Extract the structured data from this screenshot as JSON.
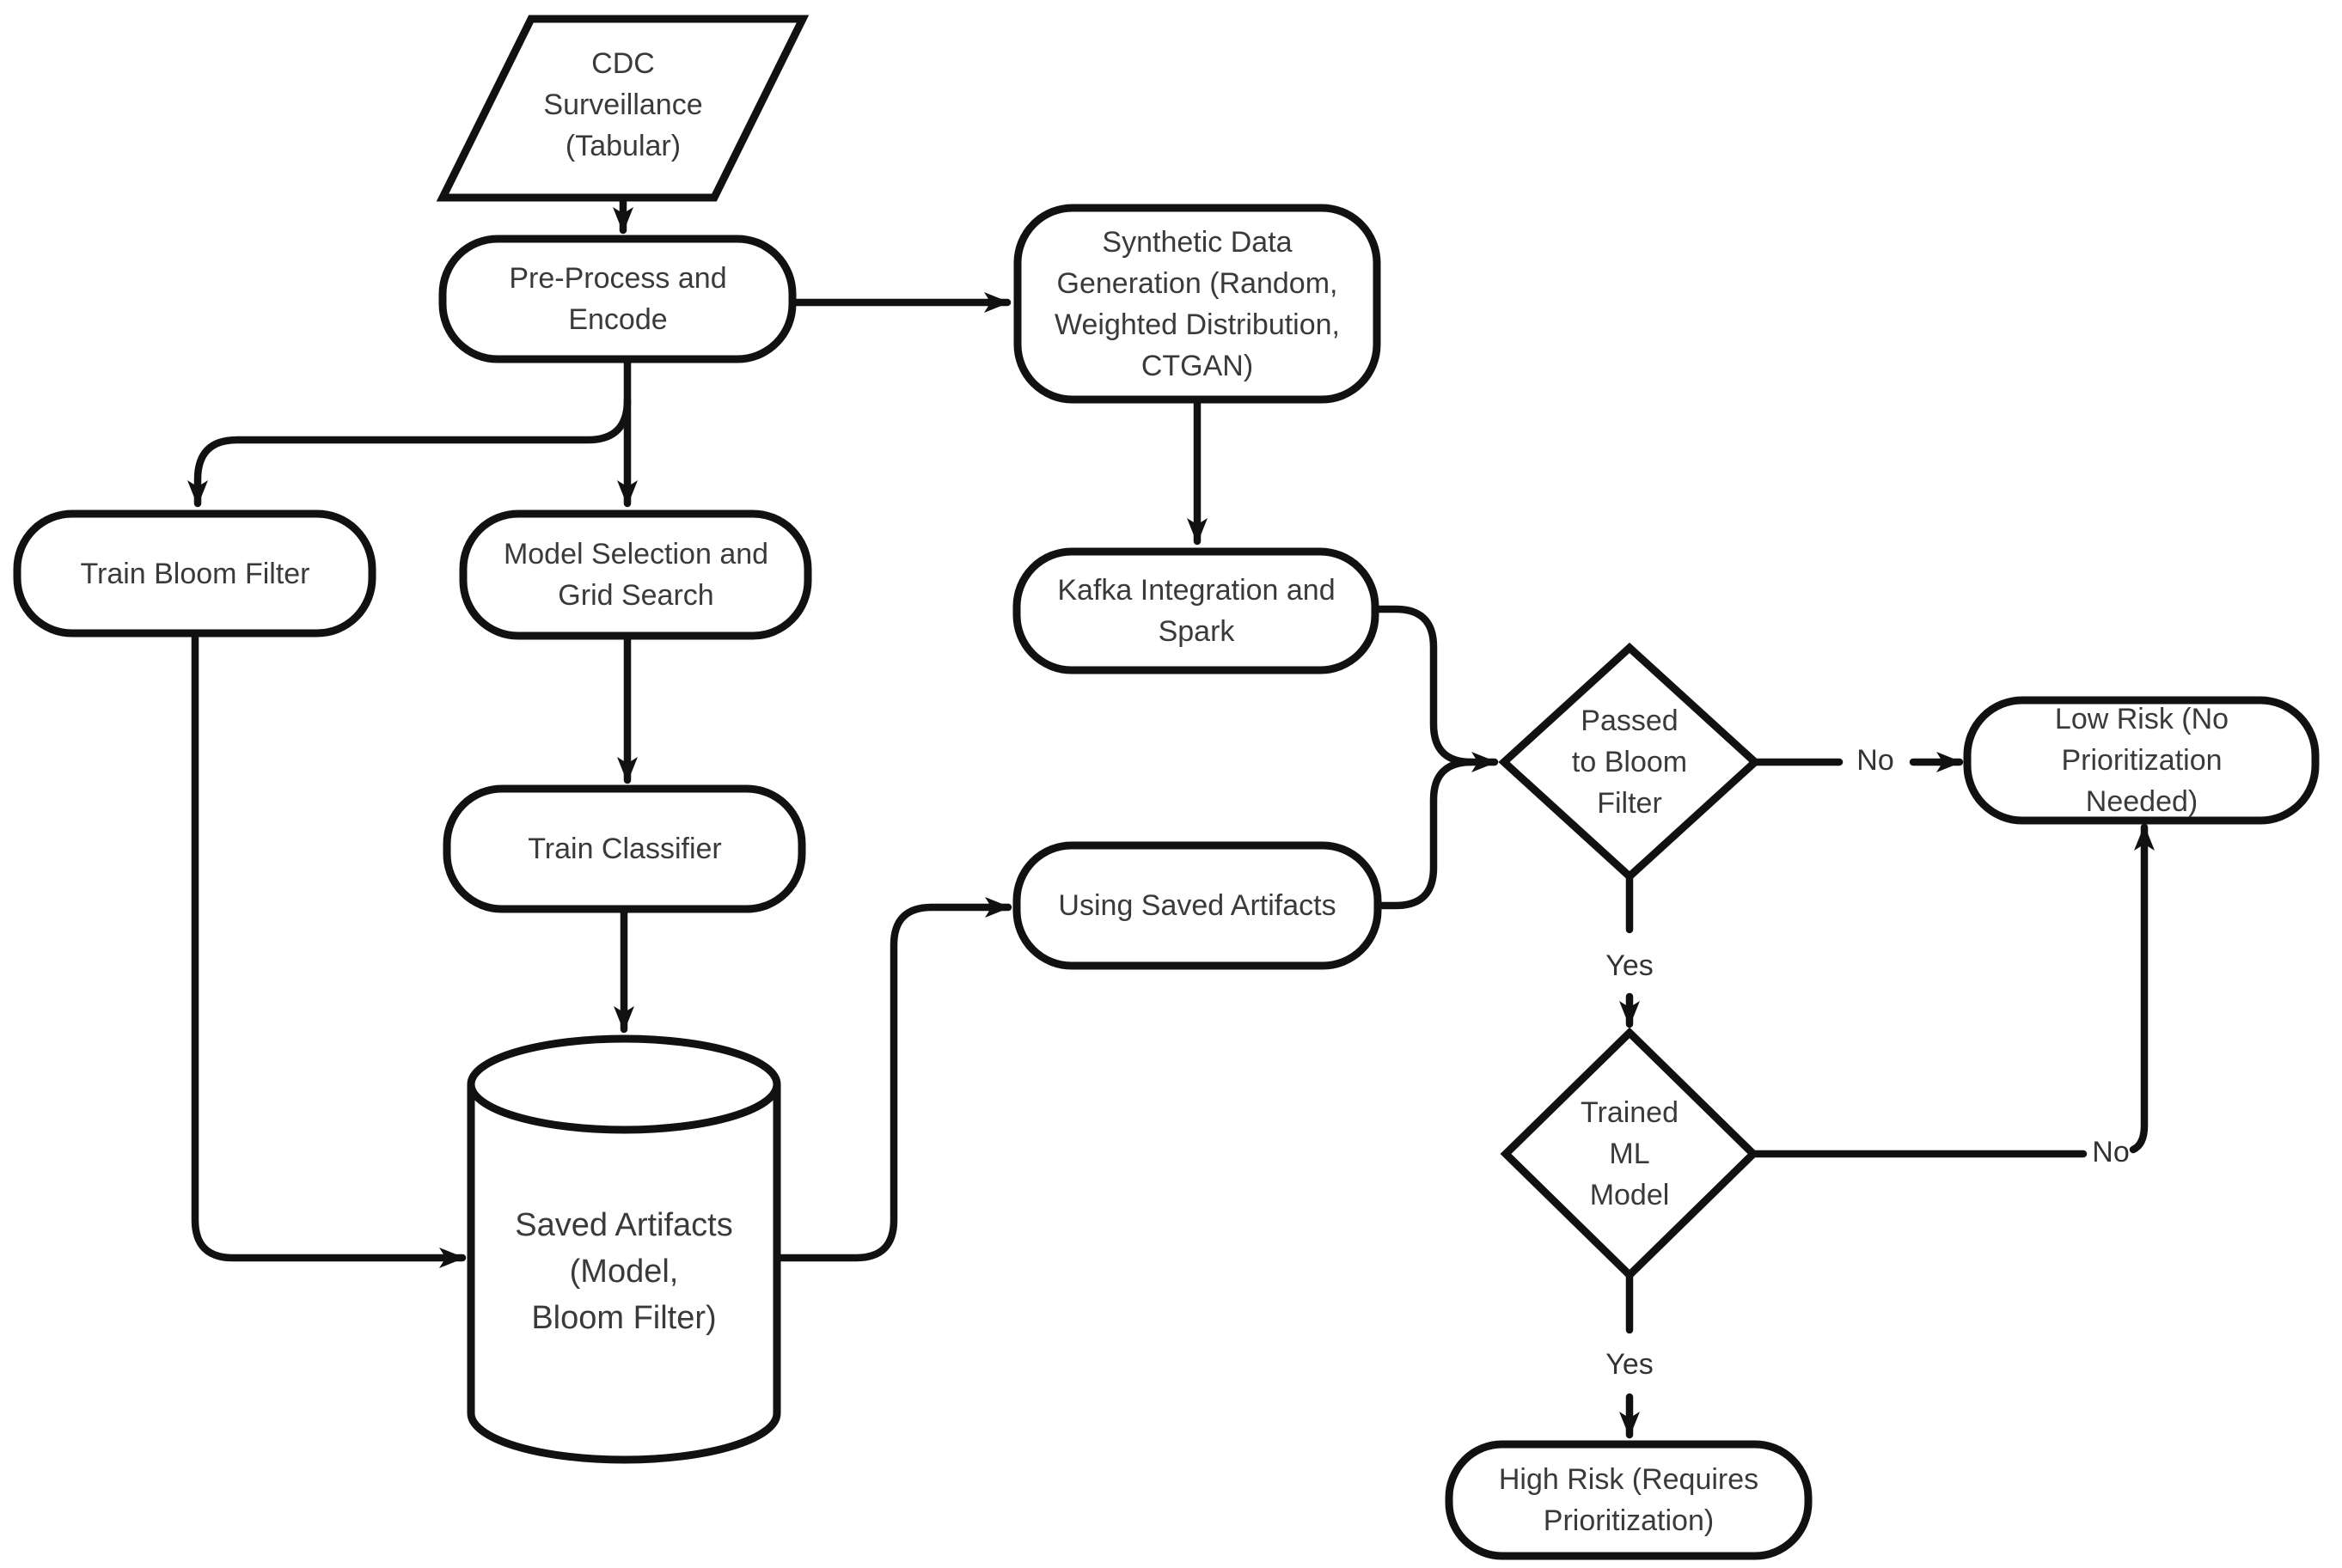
{
  "diagram_title": "ML risk prioritization pipeline flowchart",
  "colors": {
    "background": "#ffffff",
    "stroke": "#111111",
    "node_fill": "#ffffff",
    "text": "#3a3a3a"
  },
  "nodes": {
    "cdc": {
      "label": "CDC\nSurveillance\n(Tabular)",
      "shape": "parallelogram"
    },
    "preprocess": {
      "label": "Pre-Process and\nEncode",
      "shape": "rounded-rect"
    },
    "synthetic": {
      "label": "Synthetic Data\nGeneration (Random,\nWeighted Distribution,\nCTGAN)",
      "shape": "rounded-rect"
    },
    "train_bloom": {
      "label": "Train Bloom Filter",
      "shape": "rounded-rect"
    },
    "model_selection": {
      "label": "Model Selection and\nGrid Search",
      "shape": "rounded-rect"
    },
    "kafka": {
      "label": "Kafka Integration and\nSpark",
      "shape": "rounded-rect"
    },
    "train_classifier": {
      "label": "Train Classifier",
      "shape": "rounded-rect"
    },
    "using_artifacts": {
      "label": "Using Saved Artifacts",
      "shape": "rounded-rect"
    },
    "saved_artifacts": {
      "label": "Saved Artifacts\n(Model,\nBloom Filter)",
      "shape": "cylinder"
    },
    "passed_bloom": {
      "label": "Passed\nto Bloom\nFilter",
      "shape": "diamond"
    },
    "low_risk": {
      "label": "Low Risk (No\nPrioritization Needed)",
      "shape": "rounded-rect"
    },
    "trained_ml": {
      "label": "Trained\nML\nModel",
      "shape": "diamond"
    },
    "high_risk": {
      "label": "High Risk (Requires\nPrioritization)",
      "shape": "rounded-rect"
    }
  },
  "edge_labels": {
    "passed_bloom_no": "No",
    "passed_bloom_yes": "Yes",
    "trained_ml_no": "No",
    "trained_ml_yes": "Yes"
  }
}
